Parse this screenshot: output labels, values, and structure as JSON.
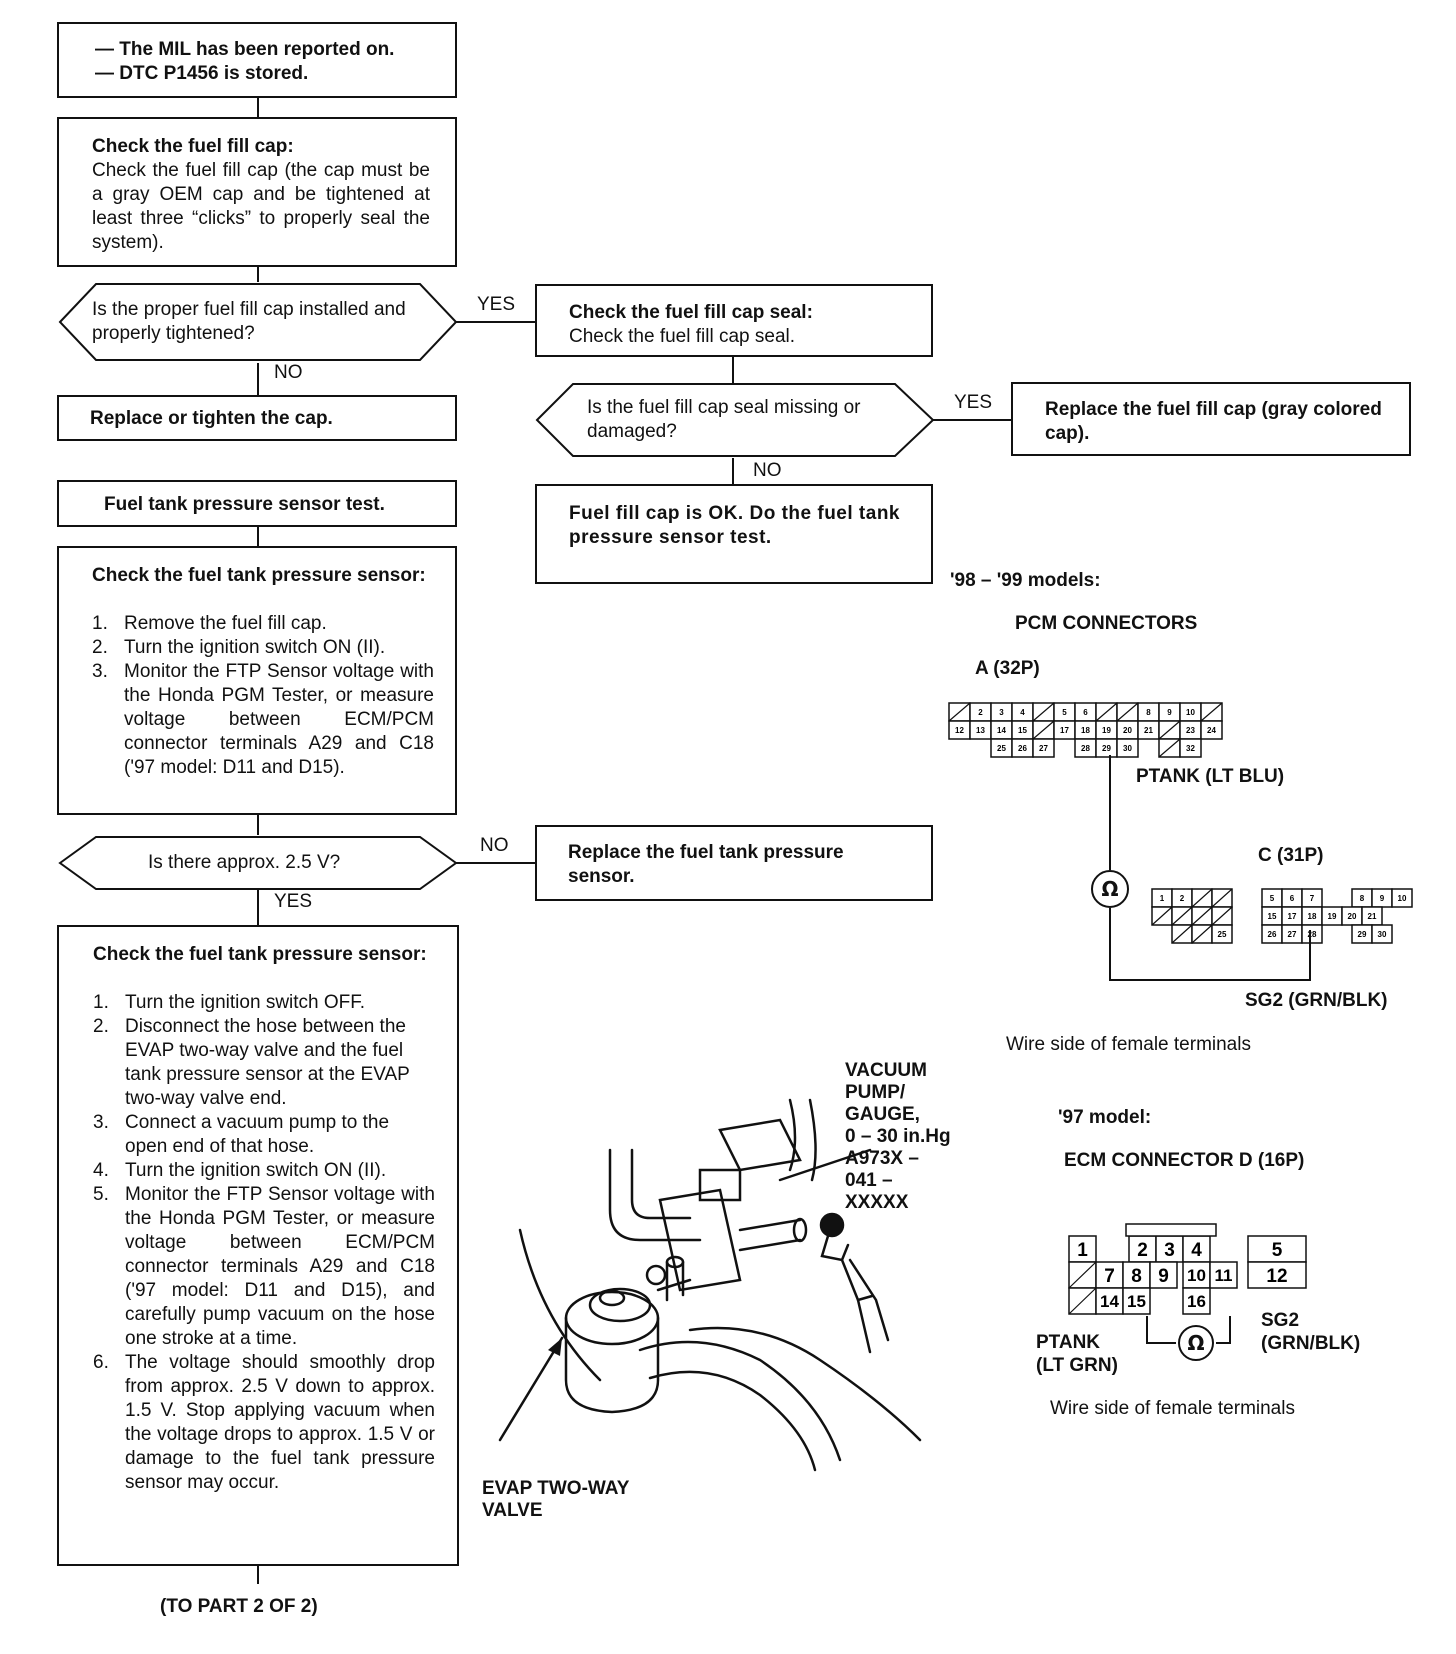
{
  "flow": {
    "start": {
      "line1": "— The MIL has been reported on.",
      "line2": "— DTC P1456 is stored."
    },
    "check_cap": {
      "title": "Check the fuel fill cap:",
      "body": "Check the fuel fill cap (the cap must be a gray OEM cap and be tightened at least three “clicks” to properly seal the system)."
    },
    "q_cap": "Is the proper fuel fill cap installed and properly tightened?",
    "yes1": "YES",
    "no1": "NO",
    "replace_cap": "Replace or tighten the cap.",
    "check_seal": {
      "title": "Check the fuel fill cap seal:",
      "body": "Check the fuel fill cap seal."
    },
    "q_seal": "Is the fuel fill cap seal missing or damaged?",
    "yes2": "YES",
    "no2": "NO",
    "replace_fill_cap": "Replace the fuel fill cap (gray colored cap).",
    "cap_ok": "Fuel fill cap is OK. Do the fuel tank pressure sensor test.",
    "ftp_test": "Fuel tank pressure sensor test.",
    "check_sensor1": {
      "title": "Check the fuel tank pressure sensor:",
      "steps": [
        "Remove the fuel fill cap.",
        "Turn the ignition switch ON (II).",
        "Monitor the FTP Sensor voltage with the Honda PGM Tester, or measure voltage between ECM/PCM connector terminals A29 and C18 ('97 model: D11 and D15)."
      ]
    },
    "q_volt": "Is there approx. 2.5 V?",
    "no3": "NO",
    "yes3": "YES",
    "replace_sensor": "Replace the fuel tank pressure sensor.",
    "check_sensor2": {
      "title": "Check the fuel tank pressure sensor:",
      "steps": [
        "Turn the ignition switch OFF.",
        "Disconnect the hose between the EVAP two-way valve and the fuel tank pressure sensor at the EVAP two-way valve end.",
        "Connect a vacuum pump to the open end of that hose.",
        "Turn the ignition switch ON (II).",
        "Monitor the FTP Sensor voltage with the Honda PGM Tester, or measure voltage between ECM/PCM connector terminals A29 and C18 ('97 model: D11 and D15), and carefully pump vacuum on the hose one stroke at a time.",
        "The voltage should smoothly drop from approx. 2.5 V down to approx. 1.5 V. Stop applying vacuum when the voltage drops to approx. 1.5 V or damage to the fuel tank pressure sensor may occur."
      ]
    },
    "to_part2": "(TO PART 2 OF 2)"
  },
  "pcm": {
    "models": "'98 – '99 models:",
    "title": "PCM CONNECTORS",
    "conn_a": "A (32P)",
    "conn_c": "C (31P)",
    "ptank": "PTANK (LT BLU)",
    "sg2": "SG2 (GRN/BLK)",
    "wire_side": "Wire side of female terminals",
    "ohm": "Ω",
    "a_row1": [
      "",
      "2",
      "3",
      "4",
      "",
      "5",
      "6",
      "",
      "",
      "8",
      "9",
      "10",
      ""
    ],
    "a_row2": [
      "12",
      "13",
      "14",
      "15",
      "",
      "17",
      "18",
      "19",
      "20",
      "21",
      "",
      "23",
      "24"
    ],
    "a_row3": [
      "25",
      "26",
      "27",
      "28",
      "29",
      "30",
      "",
      "32"
    ],
    "c_row1": [
      "1",
      "2",
      "5",
      "6",
      "7",
      "8",
      "9",
      "10"
    ],
    "c_row2": [
      "15",
      "17",
      "18",
      "19",
      "20",
      "21"
    ],
    "c_row3": [
      "25",
      "26",
      "27",
      "28",
      "29",
      "30"
    ]
  },
  "ecm": {
    "models": "'97 model:",
    "title": "ECM CONNECTOR D (16P)",
    "ptank": "PTANK",
    "ptank_color": "(LT GRN)",
    "sg2": "SG2",
    "sg2_color": "(GRN/BLK)",
    "wire_side": "Wire side of female terminals",
    "ohm": "Ω",
    "pins": [
      "1",
      "2",
      "3",
      "4",
      "5",
      "7",
      "8",
      "9",
      "10",
      "11",
      "12",
      "14",
      "15",
      "16"
    ]
  },
  "illustration": {
    "vacuum_label": [
      "VACUUM",
      "PUMP/",
      "GAUGE,",
      "0 – 30 in.Hg",
      "A973X –",
      "041 –",
      "XXXXX"
    ],
    "valve_label": [
      "EVAP TWO-WAY",
      "VALVE"
    ]
  }
}
